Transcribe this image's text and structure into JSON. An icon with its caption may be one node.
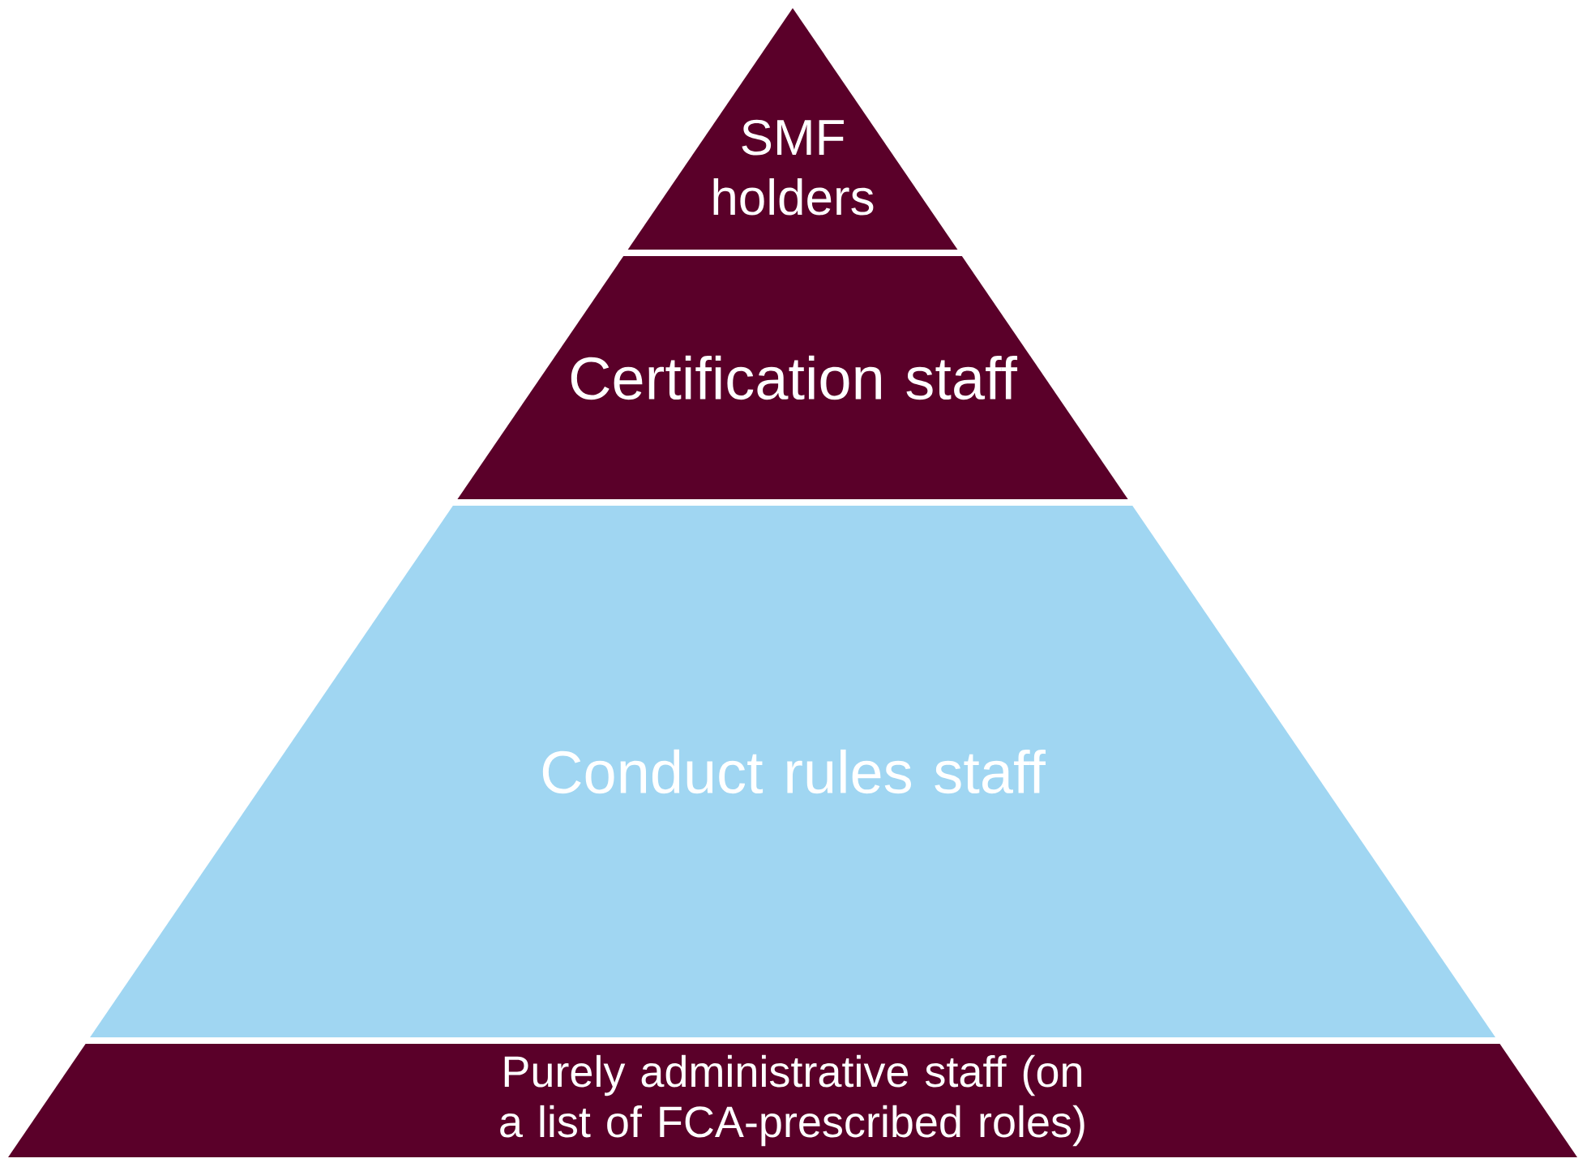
{
  "diagram": {
    "nodes": [
      {
        "text": [
          "SMF holders"
        ]
      },
      {
        "text": [
          "Certification staff"
        ]
      },
      {
        "text": [
          "Conduct rules staff"
        ]
      },
      {
        "text": [
          "Purely administrative staff (on a list of FCA-prescribed roles)"
        ]
      }
    ]
  }
}
